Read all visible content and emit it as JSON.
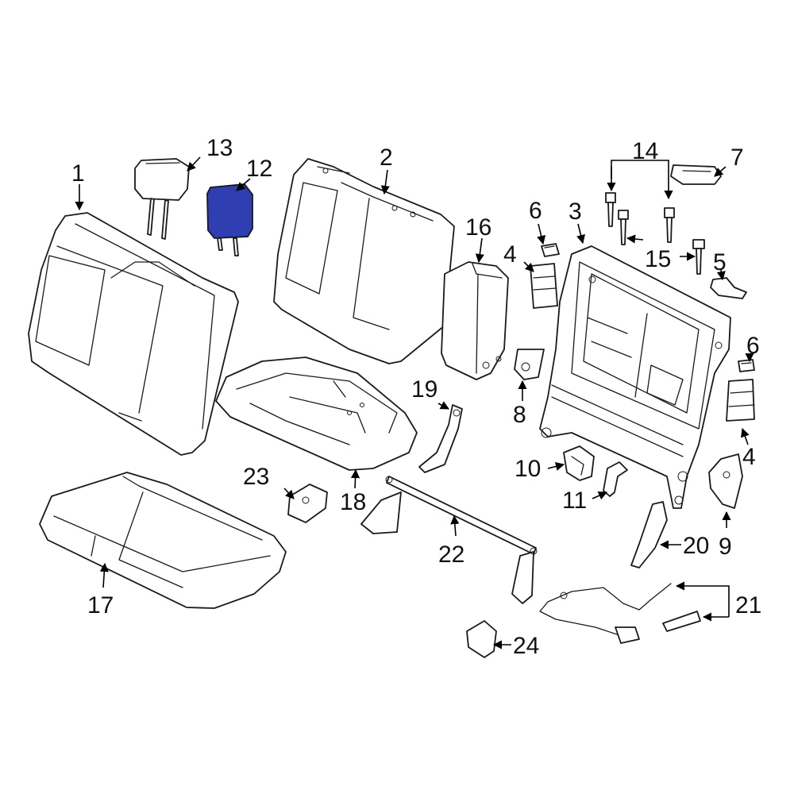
{
  "diagram": {
    "highlight_color": "#2f3eb0",
    "callouts": [
      "1",
      "2",
      "3",
      "4",
      "4",
      "5",
      "6",
      "6",
      "7",
      "8",
      "9",
      "10",
      "11",
      "12",
      "13",
      "14",
      "15",
      "16",
      "17",
      "18",
      "19",
      "20",
      "21",
      "22",
      "23",
      "24"
    ],
    "highlighted_part": "12"
  }
}
